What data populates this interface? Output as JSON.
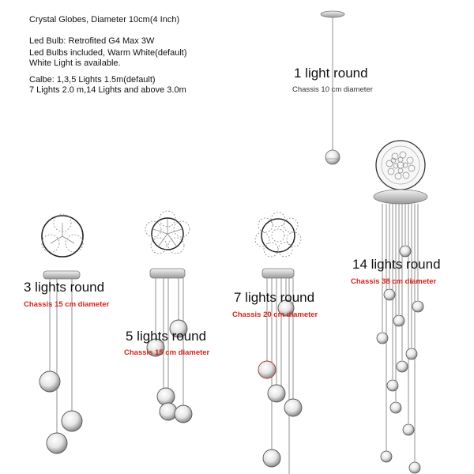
{
  "specs": {
    "title": "Crystal Globes, Diameter 10cm(4 Inch)",
    "line1": "Led Bulb: Retrofited G4 Max 3W",
    "line2": "Led Bulbs included, Warm White(default)",
    "line3": "White Light is available.",
    "line4": "Calbe: 1,3,5 Lights 1.5m(default)",
    "line5": "7 Lights 2.0 m,14 Lights and above 3.0m"
  },
  "variants": [
    {
      "label": "1 light round",
      "chassis": "Chassis 10 cm diameter"
    },
    {
      "label": "3 lights round",
      "chassis": "Chassis 15 cm diameter"
    },
    {
      "label": "5 lights round",
      "chassis": "Chassis 15 cm diameter"
    },
    {
      "label": "7 lights round",
      "chassis": "Chassis 20 cm diameter"
    },
    {
      "label": "14 lights round",
      "chassis": "Chassis 38 cm diameter"
    }
  ],
  "colors": {
    "chassis_text_red": "#d4231c",
    "line": "#555555"
  }
}
